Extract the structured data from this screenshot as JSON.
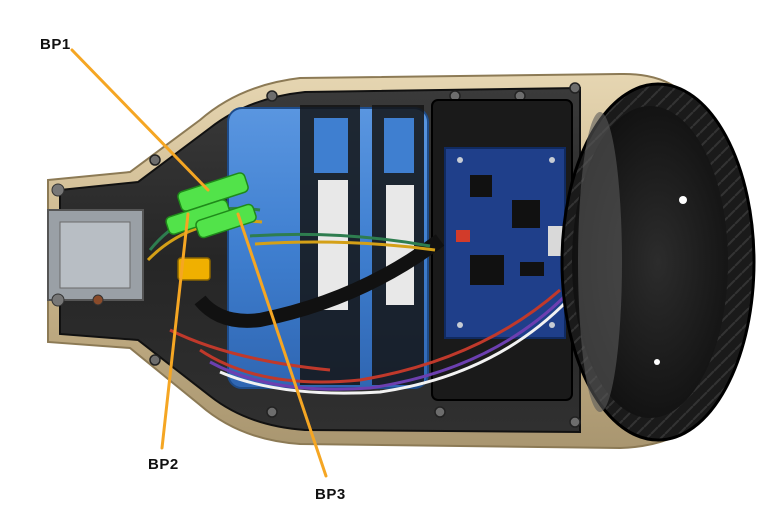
{
  "annotations": [
    {
      "id": "bp1",
      "label": "BP1"
    },
    {
      "id": "bp2",
      "label": "BP2"
    },
    {
      "id": "bp3",
      "label": "BP3"
    }
  ],
  "colors": {
    "background": "#ffffff",
    "leader_line": "#f5a623",
    "board_casing": "#d8c49a",
    "battery": "#3f7fd0",
    "controller_board": "#1f3f8a",
    "tire": "#1a1a1a",
    "connector": "#52e34a"
  }
}
